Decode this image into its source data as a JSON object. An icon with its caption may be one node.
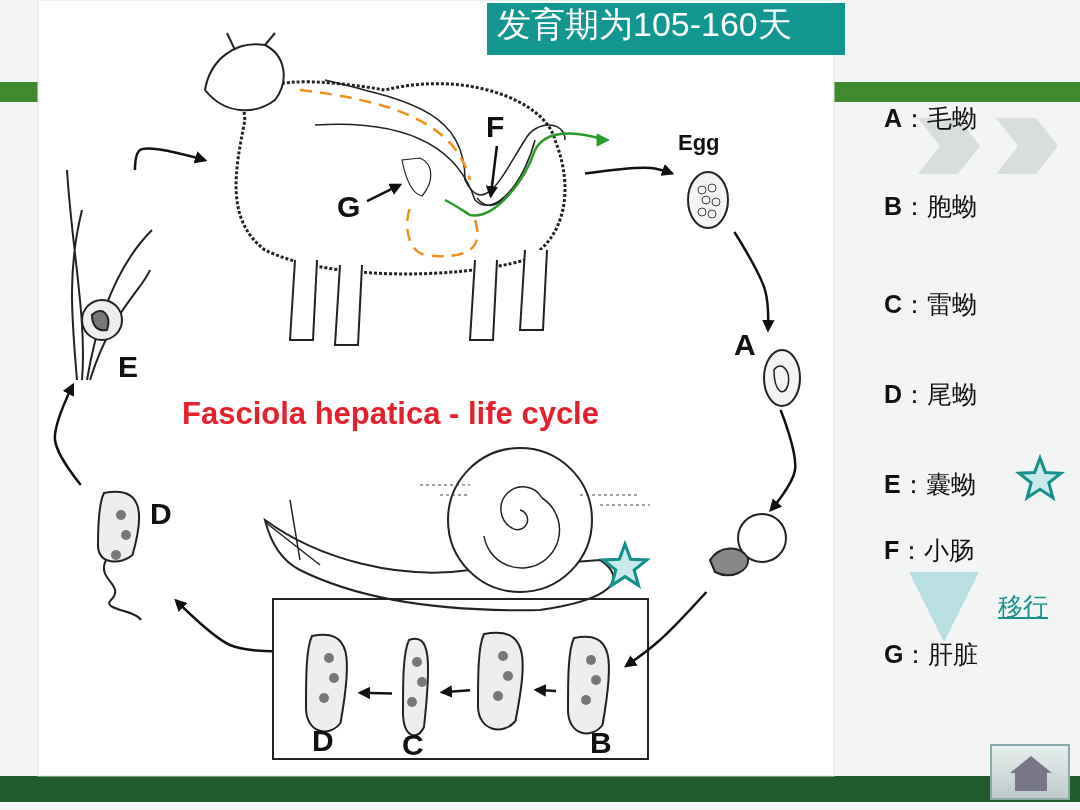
{
  "diagram": {
    "title": "Fasciola hepatica - life cycle",
    "nodes": [
      {
        "text": [
          "发育期为105-160天"
        ]
      },
      {
        "text": [],
        "shape": "picture"
      },
      {
        "text": [
          "Egg"
        ]
      },
      {
        "text": [
          "A"
        ]
      },
      {
        "text": [],
        "shape": "picture"
      },
      {
        "text": [],
        "shape": "box"
      },
      {
        "text": [
          "D"
        ],
        "in": 5
      },
      {
        "text": [
          "C"
        ],
        "in": 5
      },
      {
        "text": [],
        "shape": "picture",
        "in": 5
      },
      {
        "text": [
          "B"
        ],
        "in": 5
      },
      {
        "text": [
          "D"
        ]
      },
      {
        "text": [
          "E"
        ]
      },
      {
        "text": [
          "F"
        ],
        "in": 1
      },
      {
        "text": [
          "G"
        ],
        "in": 1
      },
      {
        "text": [
          "**F**：小肠"
        ]
      },
      {
        "text": [
          "**G**：肝脏"
        ]
      },
      {
        "text": [],
        "shape": "picture",
        "in": 1
      },
      {
        "text": [],
        "shape": "picture",
        "in": 1
      }
    ],
    "edges": [
      {
        "from": 1,
        "to": 2,
        "arrow": "to"
      },
      {
        "from": 2,
        "to": 3,
        "arrow": "to"
      },
      {
        "from": 3,
        "to": 4,
        "arrow": "to"
      },
      {
        "from": 4,
        "to": 9,
        "arrow": "to"
      },
      {
        "from": 9,
        "to": 8,
        "arrow": "to"
      },
      {
        "from": 8,
        "to": 7,
        "arrow": "to"
      },
      {
        "from": 7,
        "to": 6,
        "arrow": "to"
      },
      {
        "from": 5,
        "to": 10,
        "arrow": "to"
      },
      {
        "from": 10,
        "to": 11,
        "arrow": "to"
      },
      {
        "from": 11,
        "to": 1,
        "arrow": "to"
      },
      {
        "from": 12,
        "to": 16,
        "arrow": "to"
      },
      {
        "from": 13,
        "to": 17,
        "arrow": "to"
      },
      {
        "from": 14,
        "to": 15,
        "arrow": "to",
        "label": "移行",
        "style": "thick",
        "color": "#b9dfe2"
      }
    ],
    "labels": [
      "**A**：毛蚴",
      "**B**：胞蚴",
      "**C**：雷蚴",
      "**D**：尾蚴",
      "**E**：囊蚴"
    ]
  }
}
